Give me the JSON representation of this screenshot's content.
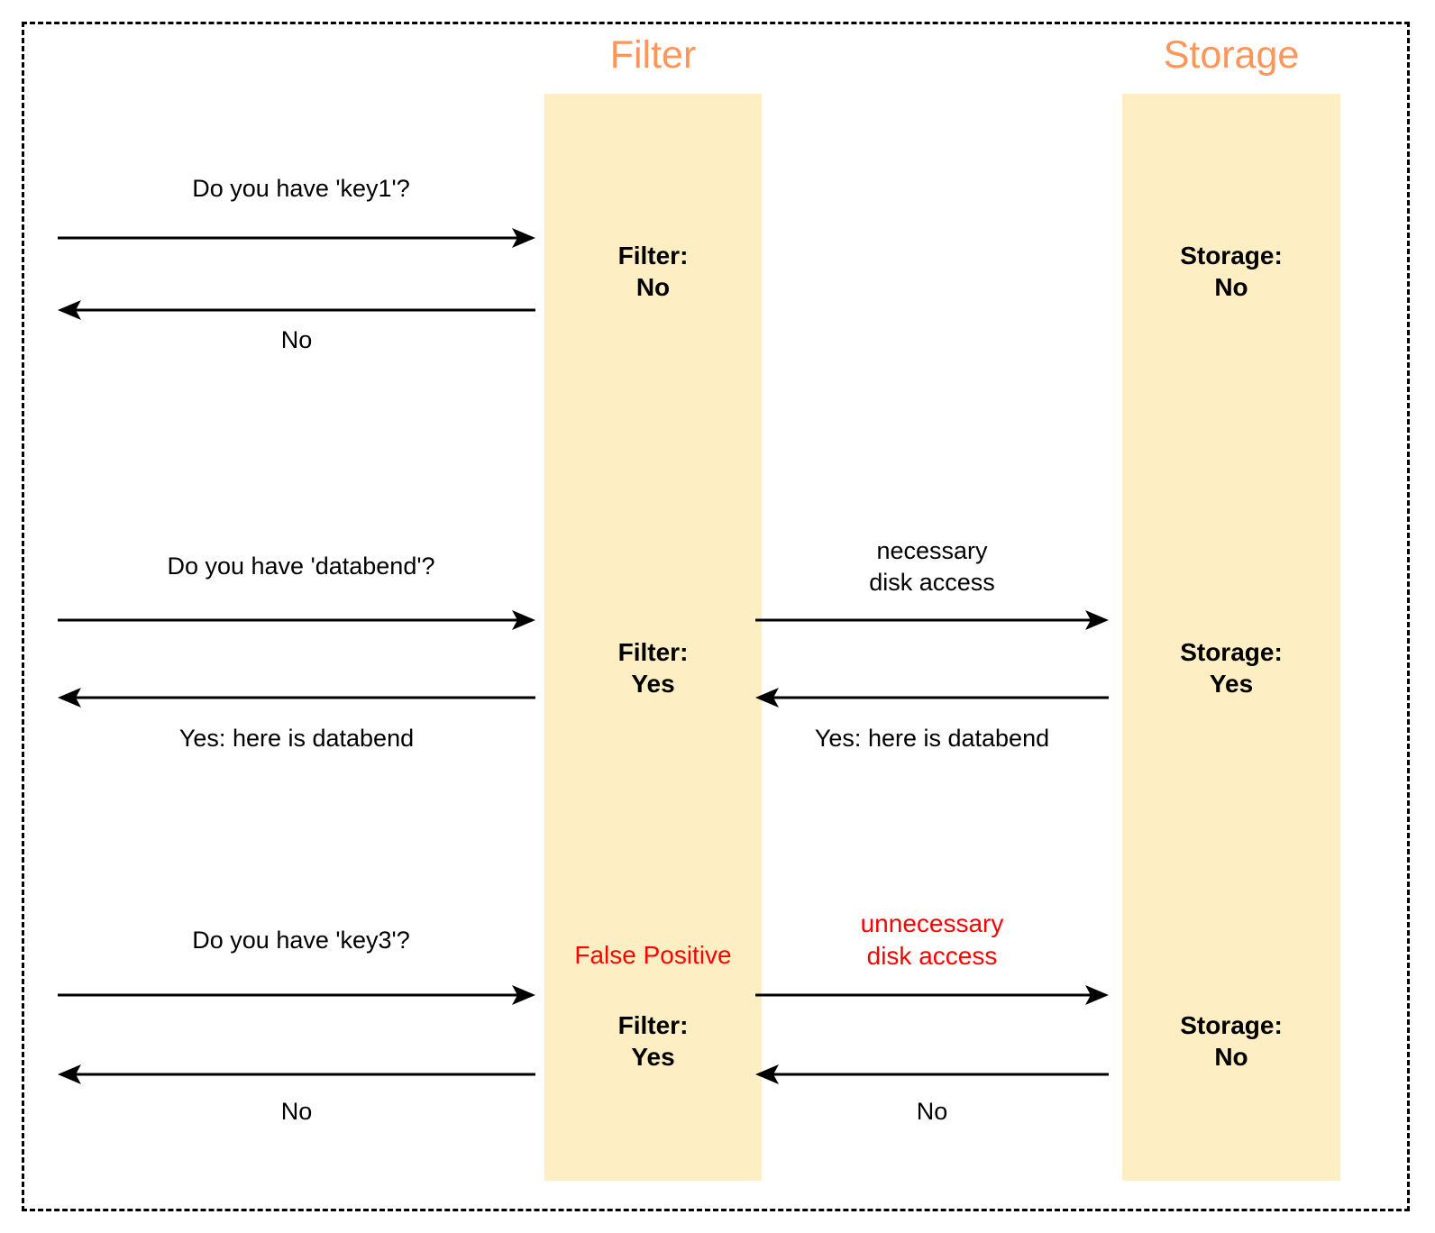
{
  "diagram": {
    "title_filter": "Filter",
    "title_storage": "Storage",
    "accent_color": "#ff9558",
    "lane_color": "#fdefc3",
    "alert_color": "#ff0000",
    "line_color": "#000000"
  },
  "sequences": [
    {
      "id": "key1",
      "client_request": "Do you have 'key1'?",
      "client_response": "No",
      "filter_state": "Filter:\nNo",
      "storage_state": "Storage:\nNo",
      "mid_request": "",
      "mid_response": "",
      "filter_note": ""
    },
    {
      "id": "databend",
      "client_request": "Do you have 'databend'?",
      "client_response": "Yes: here is databend",
      "filter_state": "Filter:\nYes",
      "storage_state": "Storage:\nYes",
      "mid_request": "necessary\ndisk access",
      "mid_response": "Yes: here is databend",
      "filter_note": ""
    },
    {
      "id": "key3",
      "client_request": "Do you have 'key3'?",
      "client_response": "No",
      "filter_state": "Filter:\nYes",
      "storage_state": "Storage:\nNo",
      "mid_request": "unnecessary\ndisk access",
      "mid_response": "No",
      "filter_note": "False Positive"
    }
  ]
}
